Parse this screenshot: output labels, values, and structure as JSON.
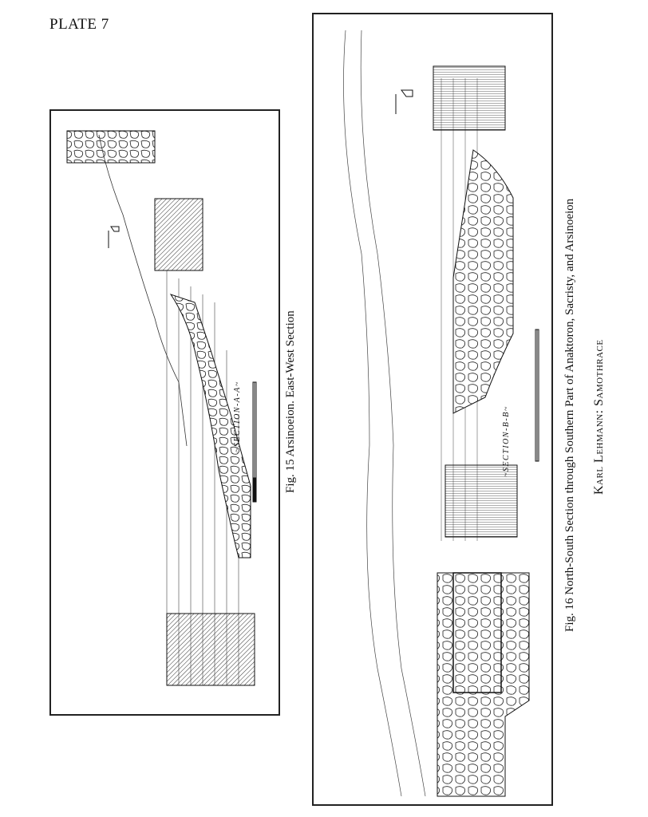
{
  "plate": {
    "label": "PLATE 7"
  },
  "fig15": {
    "caption": "Fig. 15  Arsinoeion.  East-West Section",
    "section_label": "~SECTION-A-A~"
  },
  "fig16": {
    "caption": "Fig. 16  North-South Section through Southern Part of Anaktoron, Sacristy, and Arsinoeion",
    "section_label": "~SECTION-B-B~"
  },
  "author": {
    "line": "Karl Lehmann: Samothrace"
  }
}
